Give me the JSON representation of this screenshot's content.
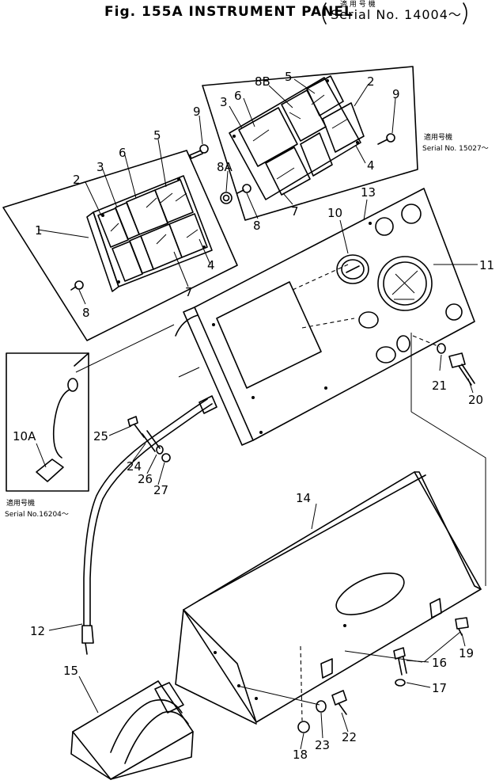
{
  "title": {
    "figure": "Fig. 155A INSTRUMENT PANEL",
    "serial_prefix": "適 用 号 機",
    "serial": "Serial No. 14004～"
  },
  "notes": {
    "upper_right_prefix": "適用号機",
    "upper_right_serial": "Serial No. 15027～",
    "lower_left_prefix": "適用号機",
    "lower_left_serial": "Serial No.16204～"
  },
  "callouts": {
    "c1": "1",
    "c2a": "2",
    "c3a": "3",
    "c6a": "6",
    "c5a": "5",
    "c9a": "9",
    "c4a": "4",
    "c7a": "7",
    "c8a": "8",
    "c5b": "5",
    "c8B": "8B",
    "c6b": "6",
    "c3b": "3",
    "c2b": "2",
    "c9b": "9",
    "c8A": "8A",
    "c8b": "8",
    "c7b": "7",
    "c4b": "4",
    "c13": "13",
    "c10": "10",
    "c11": "11",
    "c21": "21",
    "c20": "20",
    "c10A": "10A",
    "c25": "25",
    "c24": "24",
    "c26": "26",
    "c27": "27",
    "c14": "14",
    "c12": "12",
    "c15": "15",
    "c19": "19",
    "c16": "16",
    "c17": "17",
    "c22": "22",
    "c23": "23",
    "c18": "18"
  }
}
